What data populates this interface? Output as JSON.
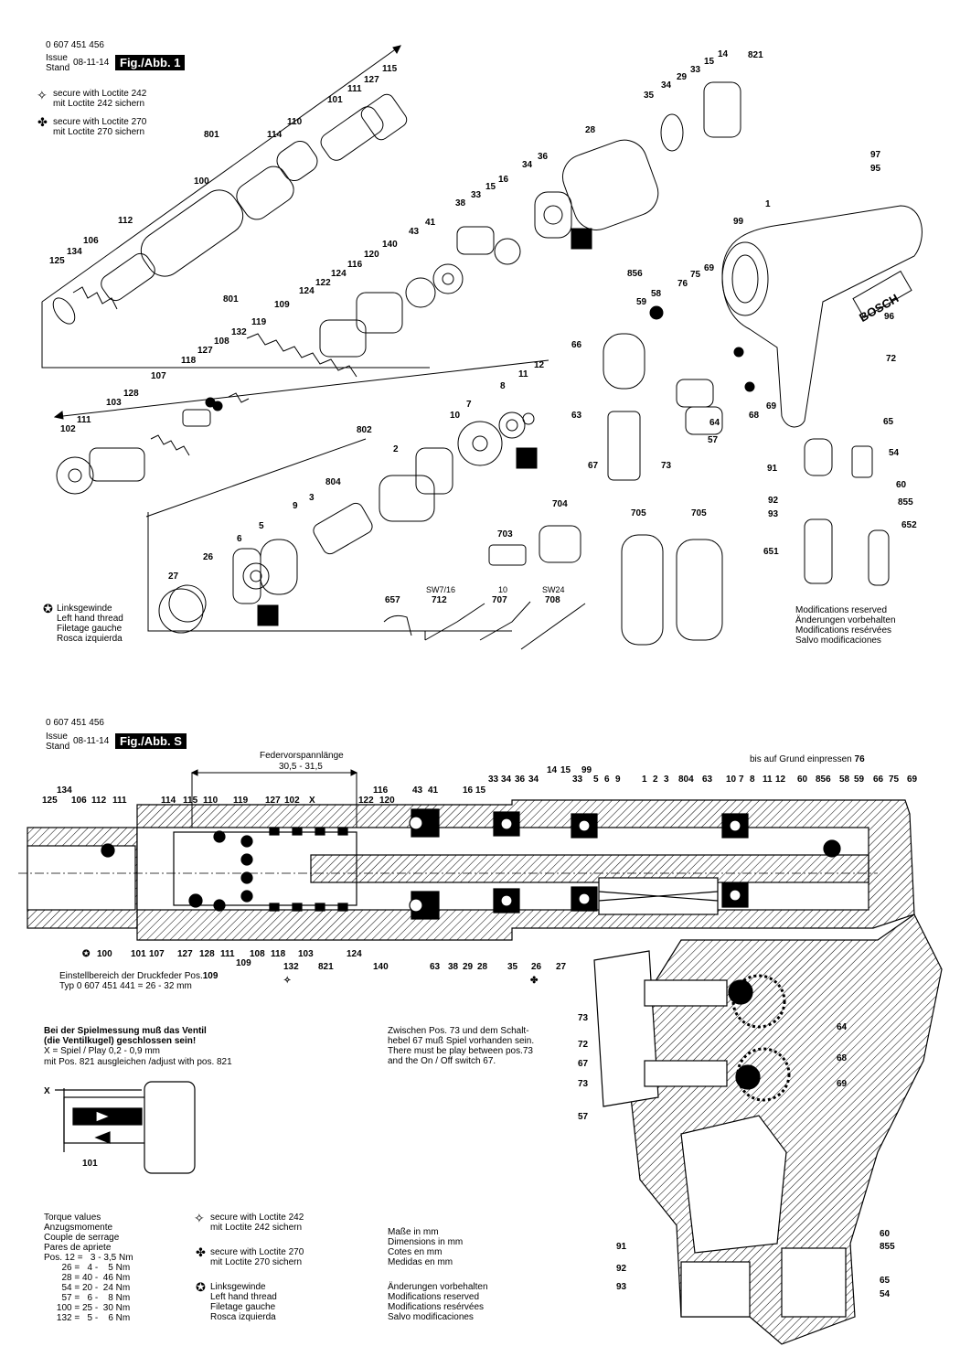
{
  "fig1": {
    "part_number": "0 607 451 456",
    "issue_label": "Issue\nStand",
    "issue_date": "08-11-14",
    "fig_label": "Fig./Abb. 1",
    "legend_242": "secure with Loctite 242\nmit Loctite 242 sichern",
    "legend_270": "secure with Loctite 270\nmit Loctite 270 sichern",
    "left_thread": "Linksgewinde\nLeft hand thread\nFiletage gauche\nRosca izquierda",
    "modifications": "Modifications reserved\nÄnderungen vorbehalten\nModifications resérvées\nSalvo modificaciones",
    "brand_text": "BOSCH",
    "tool_labels": [
      "SW7/16",
      "10",
      "SW24"
    ],
    "callouts": [
      "115",
      "127",
      "111",
      "101",
      "110",
      "114",
      "801",
      "100",
      "112",
      "106",
      "134",
      "125",
      "821",
      "14",
      "15",
      "33",
      "29",
      "34",
      "35",
      "28",
      "36",
      "34",
      "16",
      "15",
      "33",
      "38",
      "43",
      "41",
      "140",
      "120",
      "116",
      "124",
      "122",
      "124",
      "109",
      "801",
      "119",
      "132",
      "108",
      "127",
      "118",
      "107",
      "128",
      "103",
      "111",
      "102",
      "802",
      "804",
      "2",
      "3",
      "9",
      "6",
      "5",
      "26",
      "27",
      "10",
      "7",
      "8",
      "11",
      "12",
      "63",
      "66",
      "59",
      "58",
      "856",
      "76",
      "75",
      "69",
      "64",
      "68",
      "69",
      "57",
      "73",
      "67",
      "97",
      "95",
      "1",
      "99",
      "96",
      "72",
      "65",
      "54",
      "60",
      "855",
      "652",
      "91",
      "92",
      "93",
      "651",
      "704",
      "703",
      "705",
      "705",
      "657",
      "712",
      "707",
      "708"
    ]
  },
  "figS": {
    "part_number": "0 607 451 456",
    "issue_label": "Issue\nStand",
    "issue_date": "08-11-14",
    "fig_label": "Fig./Abb. S",
    "spring_preload": "Federvorspannlänge",
    "spring_preload_value": "30,5 - 31,5",
    "press_note": "bis auf Grund einpressen",
    "press_note_pos": "76",
    "top_callouts": [
      "134",
      "125",
      "106",
      "112",
      "111",
      "114",
      "115",
      "110",
      "119",
      "127",
      "102",
      "X",
      "116",
      "122",
      "120",
      "43",
      "41",
      "16",
      "15",
      "33",
      "34",
      "36",
      "34",
      "14",
      "15",
      "99",
      "33",
      "5",
      "6",
      "9",
      "1",
      "2",
      "3",
      "804",
      "63",
      "10",
      "7",
      "8",
      "11",
      "12",
      "60",
      "856",
      "58",
      "59",
      "66",
      "75",
      "69"
    ],
    "bottom_callouts": [
      "100",
      "101",
      "107",
      "127",
      "128",
      "111",
      "109",
      "108",
      "118",
      "103",
      "132",
      "821",
      "124",
      "140",
      "63",
      "38",
      "29",
      "28",
      "35",
      "26",
      "27"
    ],
    "adjust_range": "Einstellbereich der Druckfeder Pos.",
    "adjust_range_pos": "109",
    "adjust_range_type": "Typ 0 607 451 441 = 26 - 32 mm",
    "play_note_title": "Bei der Spielmessung muß das Ventil\n(die Ventilkugel) geschlossen sein!",
    "play_note_x": "X = Spiel / Play 0,2 - 0,9 mm",
    "play_note_adjust": "mit Pos. 821 ausgleichen /adjust with pos. 821",
    "x_label": "X",
    "detail_part": "101",
    "switch_note": "Zwischen Pos. 73 und dem Schalt-\nhebel 67 muß Spiel vorhanden sein.\nThere must be play between pos.73\nand the On / Off switch 67.",
    "handle_callouts_left": [
      "73",
      "72",
      "67",
      "73",
      "57"
    ],
    "handle_callouts_right": [
      "64",
      "68",
      "69"
    ],
    "grip_callouts_left": [
      "91",
      "92",
      "93"
    ],
    "grip_callouts_right": [
      "60",
      "855",
      "65",
      "54"
    ],
    "torque_title": "Torque values\nAnzugsmomente\nCouple de serrage\nPares de apriete",
    "torque_rows": [
      "Pos. 12 =   3 - 3,5 Nm",
      "       26 =   4 -    5 Nm",
      "       28 = 40 -  46 Nm",
      "       54 = 20 -  24 Nm",
      "       57 =   6 -    8 Nm",
      "     100 = 25 -  30 Nm",
      "     132 =   5 -    6 Nm"
    ],
    "legend_242": "secure with Loctite 242\nmit Loctite 242 sichern",
    "legend_270": "secure with Loctite 270\nmit Loctite 270 sichern",
    "left_thread": "Linksgewinde\nLeft hand thread\nFiletage gauche\nRosca izquierda",
    "dimensions": "Maße in mm\nDimensions in mm\nCotes en mm\nMedidas en mm",
    "modifications": "Änderungen vorbehalten\nModifications reserved\nModifications resérvées\nSalvo modificaciones"
  },
  "colors": {
    "ink": "#000000",
    "paper": "#ffffff",
    "hatch": "#000000"
  }
}
